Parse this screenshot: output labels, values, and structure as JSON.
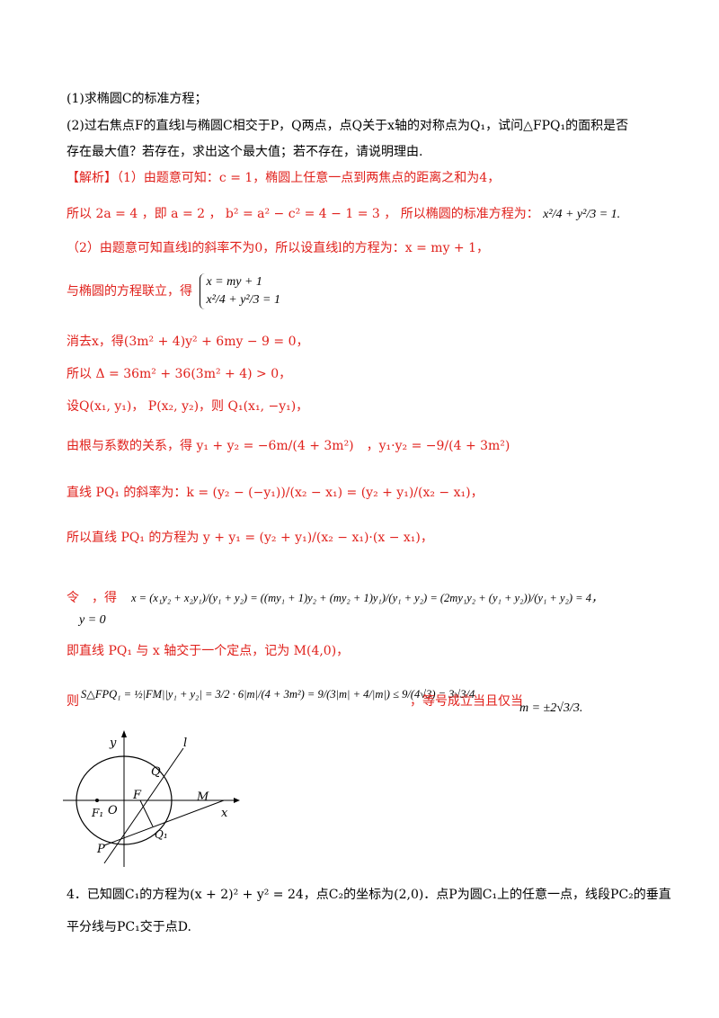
{
  "q1": "(1)求椭圆C的标准方程；",
  "q2a": "(2)过右焦点F的直线l与椭圆C相交于P，Q两点，点Q关于x轴的对称点为Q₁，试问△FPQ₁的面积是否",
  "q2b": "存在最大值？若存在，求出这个最大值；若不存在，请说明理由.",
  "sol": {
    "tag": "【解析】",
    "l1": "（1）由题意可知：c = 1，椭圆上任意一点到两焦点的距离之和为4，",
    "l2a": "所以 2a = 4 ，即 a = 2 ， b² = a² − c² = 4 − 1 = 3 ， 所以椭圆的标准方程为：",
    "l2b": "x²/4 + y²/3 = 1.",
    "l3": "（2）由题意可知直线l的斜率不为0，所以设直线l的方程为：x = my + 1，",
    "l4": "与椭圆的方程联立，得",
    "l4s1": "x = my + 1",
    "l4s2": "x²/4 + y²/3 = 1",
    "l5": "消去x，得(3m² + 4)y² + 6my − 9 = 0，",
    "l6": "所以 Δ = 36m² + 36(3m² + 4) > 0，",
    "l7": "设Q(x₁, y₁)， P(x₂, y₂)，则 Q₁(x₁, −y₁)，",
    "l8": "由根与系数的关系，得 y₁ + y₂ = −6m/(4 + 3m²)　，y₁·y₂ = −9/(4 + 3m²)",
    "l9": "直线 PQ₁ 的斜率为：k = (y₂ − (−y₁))/(x₂ − x₁) = (y₂ + y₁)/(x₂ − x₁)，",
    "l10": "所以直线 PQ₁ 的方程为 y + y₁ = (y₂ + y₁)/(x₂ − x₁)·(x − x₁)，",
    "l11a": "令　，得",
    "l11b": "y = 0",
    "l11c": "x = (x₁y₂ + x₂y₁)/(y₁ + y₂) = ((my₁ + 1)y₂ + (my₂ + 1)y₁)/(y₁ + y₂) = (2my₁y₂ + (y₁ + y₂))/(y₁ + y₂) = 4，",
    "l12": "即直线 PQ₁ 与 x 轴交于一个定点，记为 M(4,0)，",
    "l13a": "则",
    "l13b": "S△FPQ₁ = ½|FM||y₁ + y₂| = 3/2 · 6|m|/(4 + 3m²) = 9/(3|m| + 4/|m|) ≤ 9/(4√3) = 3√3/4",
    "l13c": "，等号成立当且仅当",
    "l13d": "m = ±2√3/3."
  },
  "fig": {
    "y": "y",
    "l": "l",
    "Q": "Q",
    "F": "F",
    "M": "M",
    "F1": "F₁",
    "O": "O",
    "x": "x",
    "P": "P",
    "Q1": "Q₁"
  },
  "q4a": "4．已知圆C₁的方程为(x + 2)² + y² = 24，点C₂的坐标为(2,0)．点P为圆C₁上的任意一点，线段PC₂的垂直",
  "q4b": "平分线与PC₁交于点D."
}
